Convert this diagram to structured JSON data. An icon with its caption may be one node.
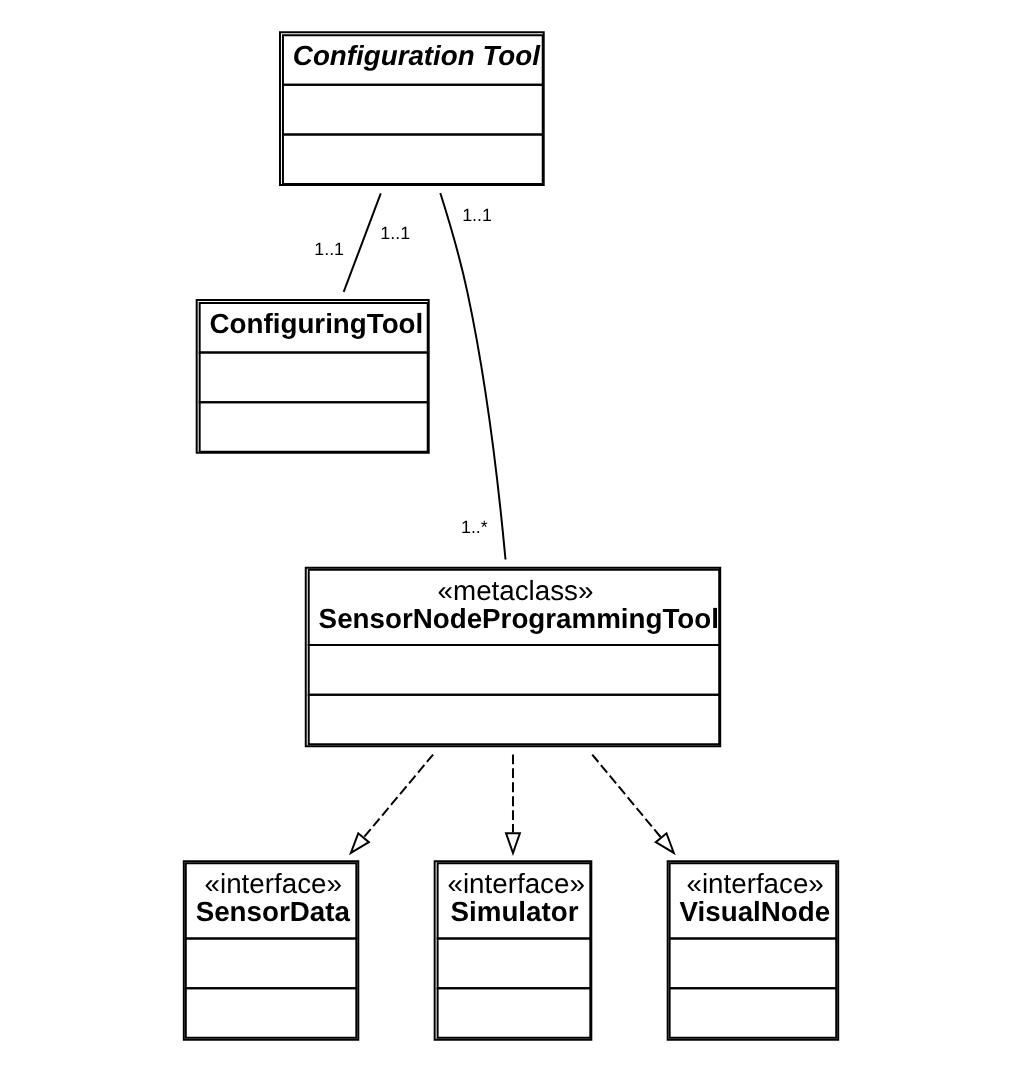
{
  "diagram": {
    "nodes": [
      {
        "text": [
          "Configuration Tool"
        ]
      },
      {
        "text": [
          "ConfiguringTool"
        ]
      },
      {
        "text": [
          "«metaclass»",
          "SensorNodeProgrammingTool"
        ]
      },
      {
        "text": [
          "«interface»",
          "SensorData"
        ]
      },
      {
        "text": [
          "«interface»",
          "Simulator"
        ]
      },
      {
        "text": [
          "«interface»",
          "VisualNode"
        ]
      }
    ],
    "edges": [
      {
        "from": 0,
        "to": 2,
        "arrow": "none"
      },
      {
        "from": 0,
        "to": 1,
        "arrow": "none"
      },
      {
        "from": 2,
        "to": 3,
        "arrow": "to",
        "style": "dashed"
      },
      {
        "from": 2,
        "to": 4,
        "arrow": "to",
        "style": "dashed"
      },
      {
        "from": 2,
        "to": 5,
        "arrow": "to",
        "style": "dashed"
      }
    ],
    "labels": [
      "1..1",
      "1..1",
      "1..1",
      "1..*"
    ]
  }
}
